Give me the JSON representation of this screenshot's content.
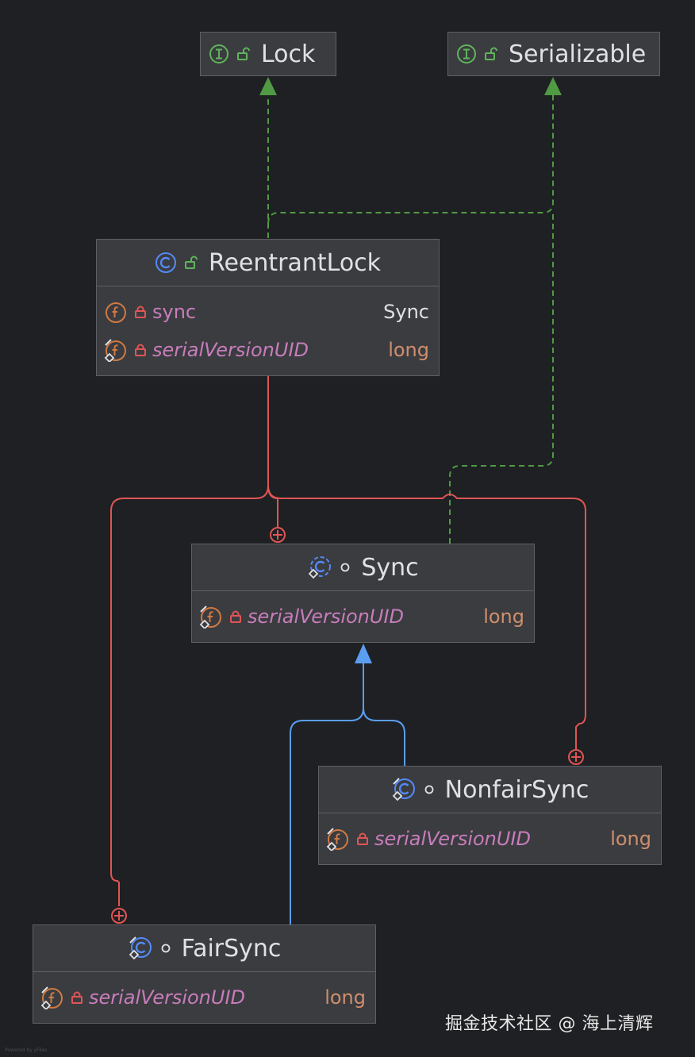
{
  "nodes": {
    "lock": {
      "name": "Lock",
      "kind": "interface"
    },
    "serializable": {
      "name": "Serializable",
      "kind": "interface"
    },
    "reentrant_lock": {
      "name": "ReentrantLock",
      "kind": "class",
      "fields": [
        {
          "name": "sync",
          "type": "Sync"
        },
        {
          "name": "serialVersionUID",
          "type": "long"
        }
      ]
    },
    "sync": {
      "name": "Sync",
      "kind": "abstract-class",
      "fields": [
        {
          "name": "serialVersionUID",
          "type": "long"
        }
      ]
    },
    "nonfair_sync": {
      "name": "NonfairSync",
      "kind": "class",
      "fields": [
        {
          "name": "serialVersionUID",
          "type": "long"
        }
      ]
    },
    "fair_sync": {
      "name": "FairSync",
      "kind": "class",
      "fields": [
        {
          "name": "serialVersionUID",
          "type": "long"
        }
      ]
    }
  },
  "watermark": "掘金技术社区 @ 海上清辉",
  "footer_tiny": "Powered by yFiles",
  "colors": {
    "background": "#1f2023",
    "node_fill": "#3b3c40",
    "implements_edge": "#4f9a43",
    "extends_edge": "#5a9ef2",
    "inner_edge": "#e05555",
    "field_name": "#c77dbb",
    "primitive_type": "#cf8e6d"
  },
  "icons": {
    "interface": "interface-icon",
    "class": "class-icon",
    "field": "field-icon",
    "public": "unlocked-icon",
    "private": "lock-icon",
    "package": "circle-icon"
  }
}
